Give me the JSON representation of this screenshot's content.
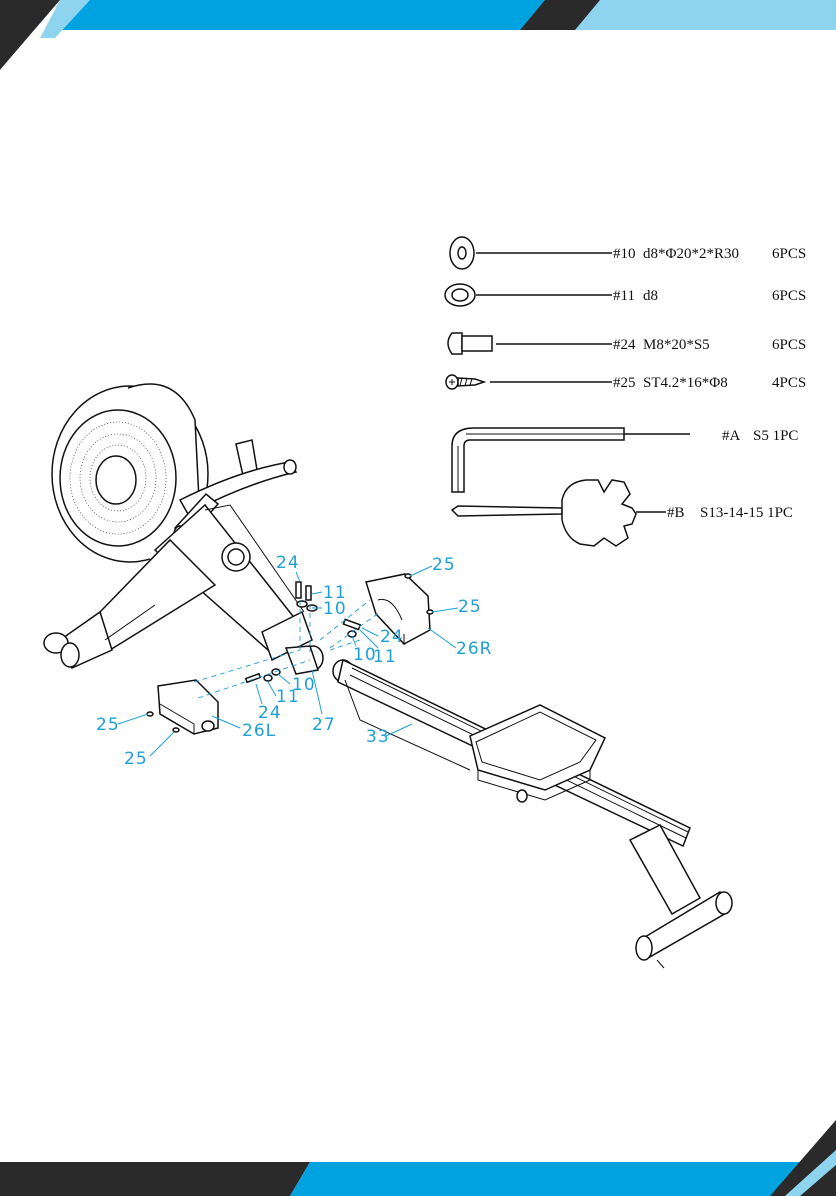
{
  "hardware": [
    {
      "code": "#10",
      "spec": "d8*Φ20*2*R30",
      "qty": "6PCS"
    },
    {
      "code": "#11",
      "spec": "d8",
      "qty": "6PCS"
    },
    {
      "code": "#24",
      "spec": "M8*20*S5",
      "qty": "6PCS"
    },
    {
      "code": "#25",
      "spec": "ST4.2*16*Φ8",
      "qty": "4PCS"
    }
  ],
  "tools": [
    {
      "code": "#A",
      "spec": "S5 1PC"
    },
    {
      "code": "#B",
      "spec": "S13-14-15 1PC"
    }
  ],
  "callouts": {
    "c24_top": "24",
    "c11_top": "11",
    "c10_top": "10",
    "c25_top": "25",
    "c25_right": "25",
    "c24_right": "24",
    "c10_mid": "10",
    "c11_mid": "11",
    "c26r": "26R",
    "c10_low": "10",
    "c11_low": "11",
    "c24_low": "24",
    "c27": "27",
    "c33": "33",
    "c25_left": "25",
    "c26l": "26L",
    "c25_bottom": "25"
  },
  "colors": {
    "accent": "#00a3e0",
    "accent_light": "#8fd4ee",
    "dark": "#2a2a2a",
    "callout": "#1e9fd8"
  }
}
